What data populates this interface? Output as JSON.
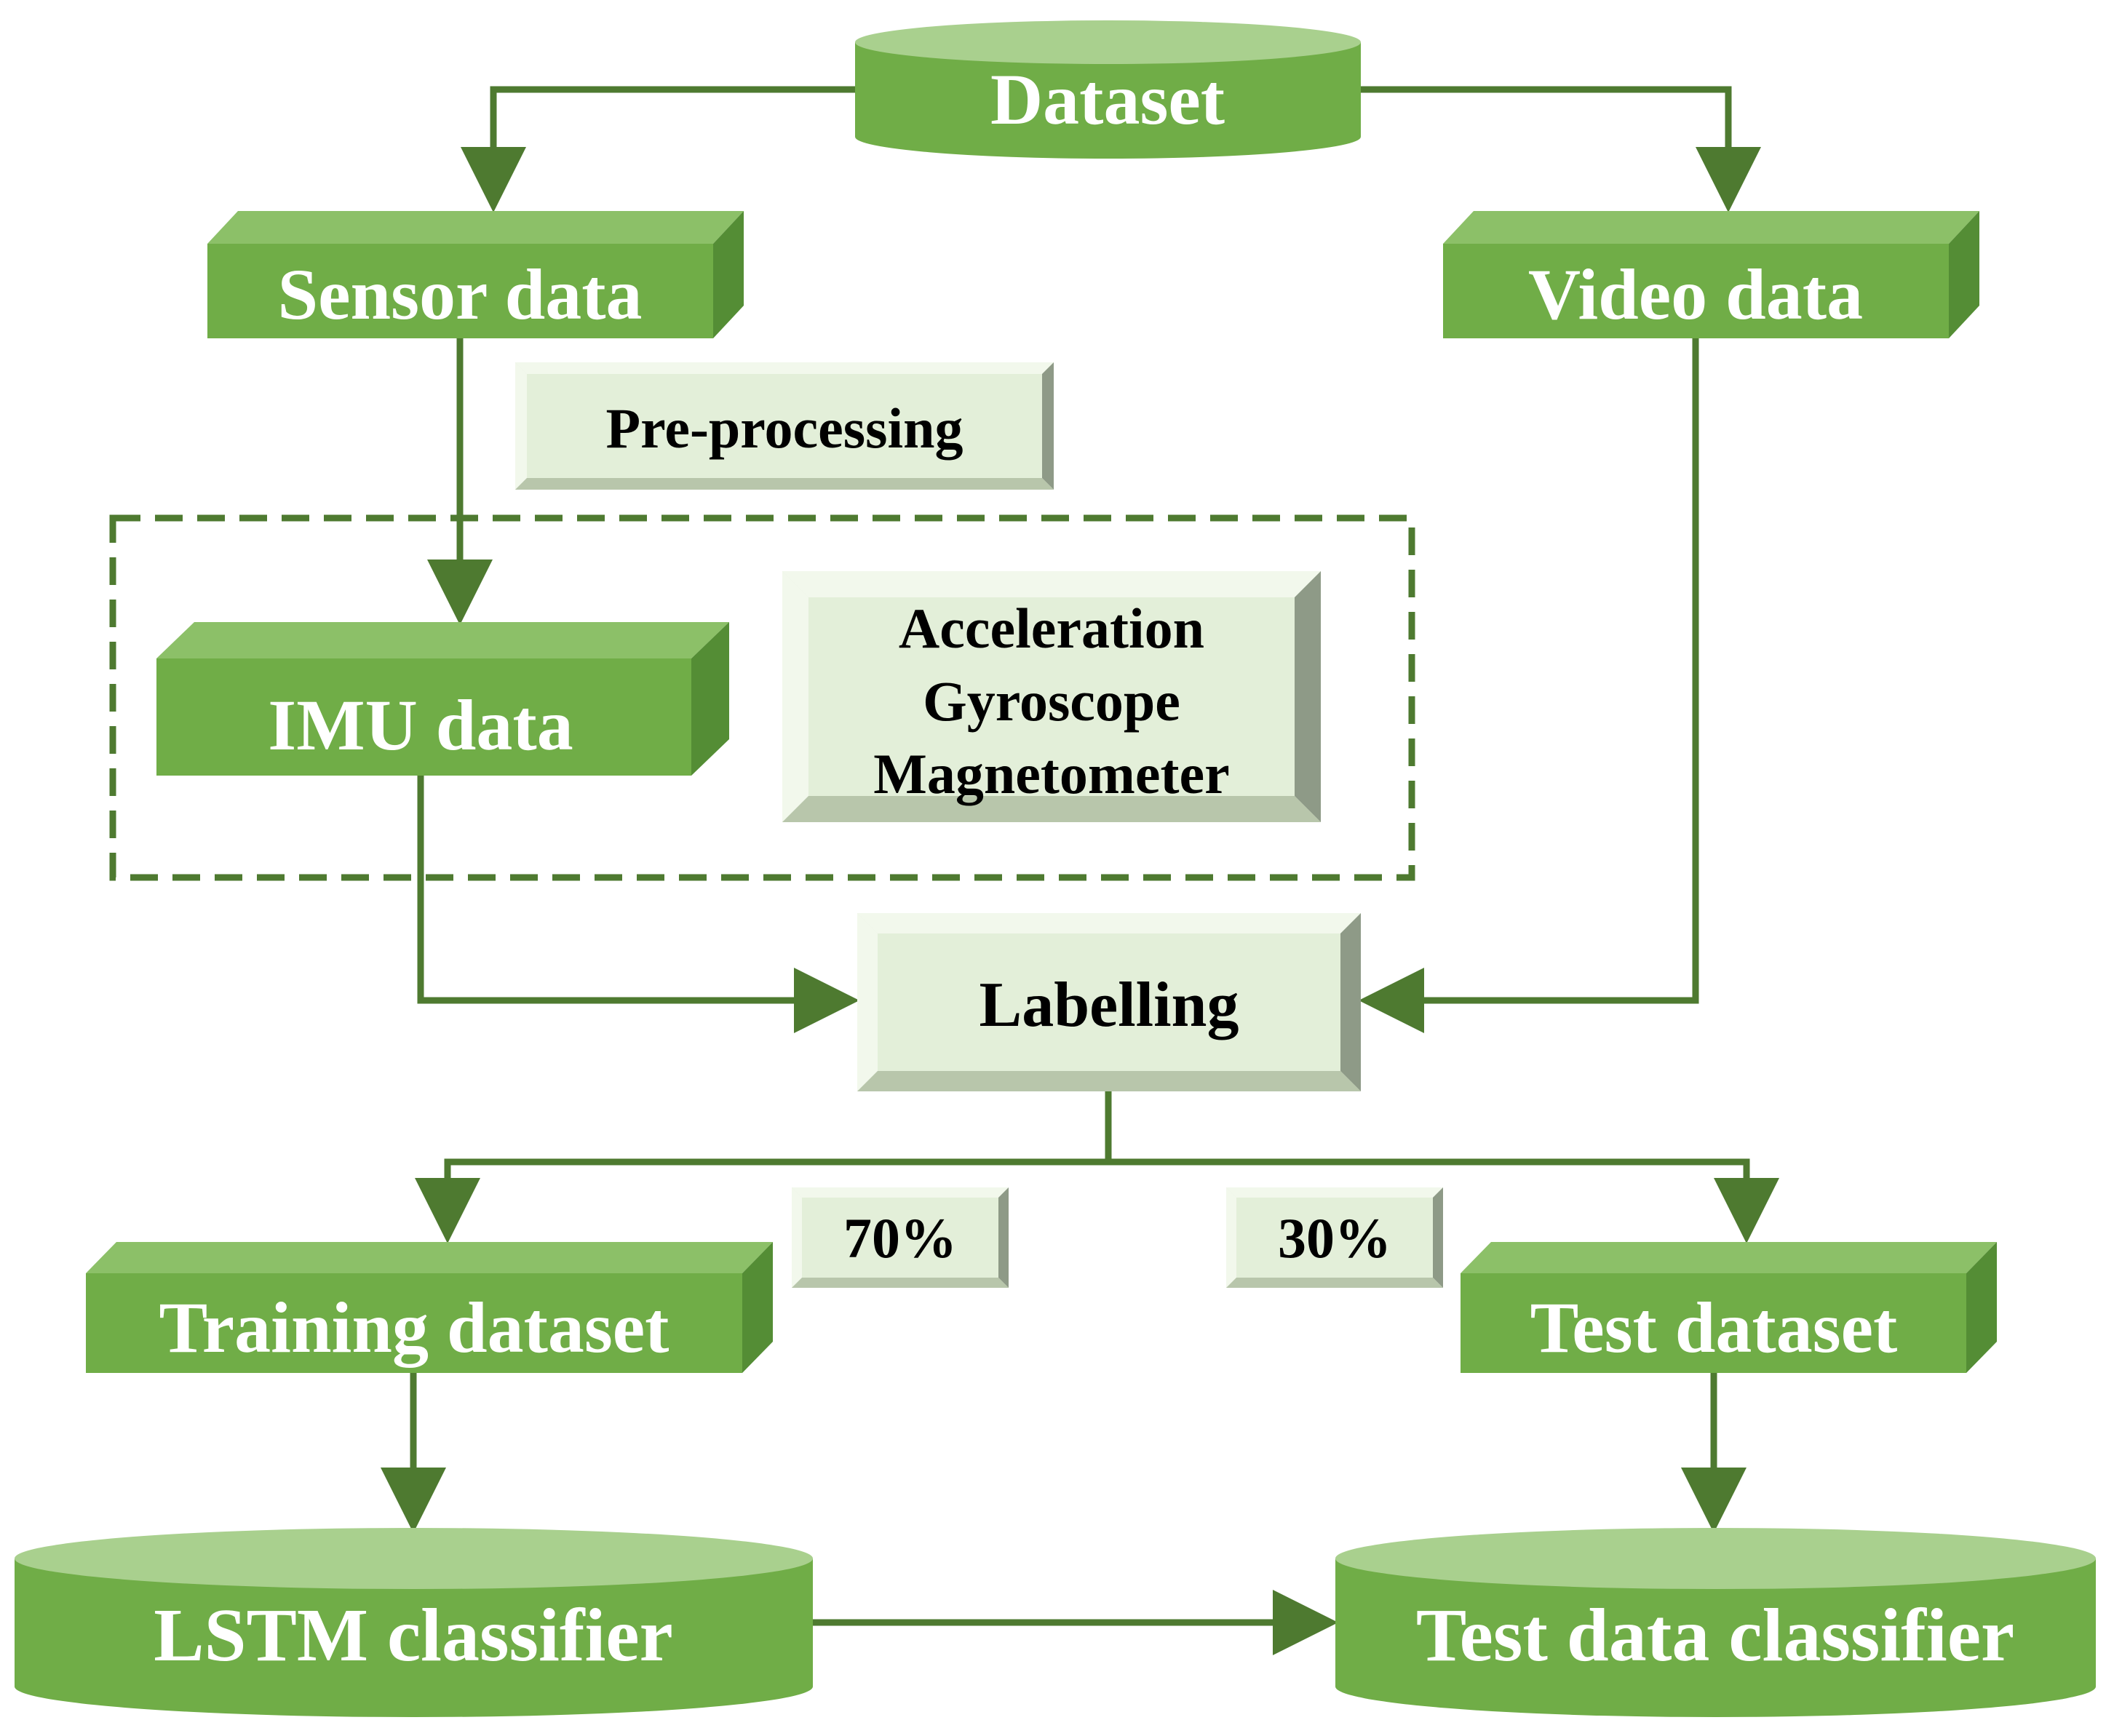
{
  "colors": {
    "green_face": "#70ad47",
    "green_top": "#8cc068",
    "green_side": "#548d35",
    "green_line": "#4e7a30",
    "light_face": "#e3efd9",
    "light_top": "#f2f8ec",
    "light_side": "#8e9a87",
    "light_bottom": "#b8c6ab",
    "cyl_top": "#a9d08e"
  },
  "nodes": {
    "dataset": "Dataset",
    "sensor_data": "Sensor data",
    "video_data": "Video data",
    "preprocessing": "Pre-processing",
    "imu_data": "IMU data",
    "sensors": [
      "Acceleration",
      "Gyroscope",
      "Magnetometer"
    ],
    "labelling": "Labelling",
    "train_pct": "70%",
    "test_pct": "30%",
    "training_dataset": "Training dataset",
    "test_dataset": "Test dataset",
    "lstm_classifier": "LSTM classifier",
    "test_classifier": "Test data classifier"
  }
}
